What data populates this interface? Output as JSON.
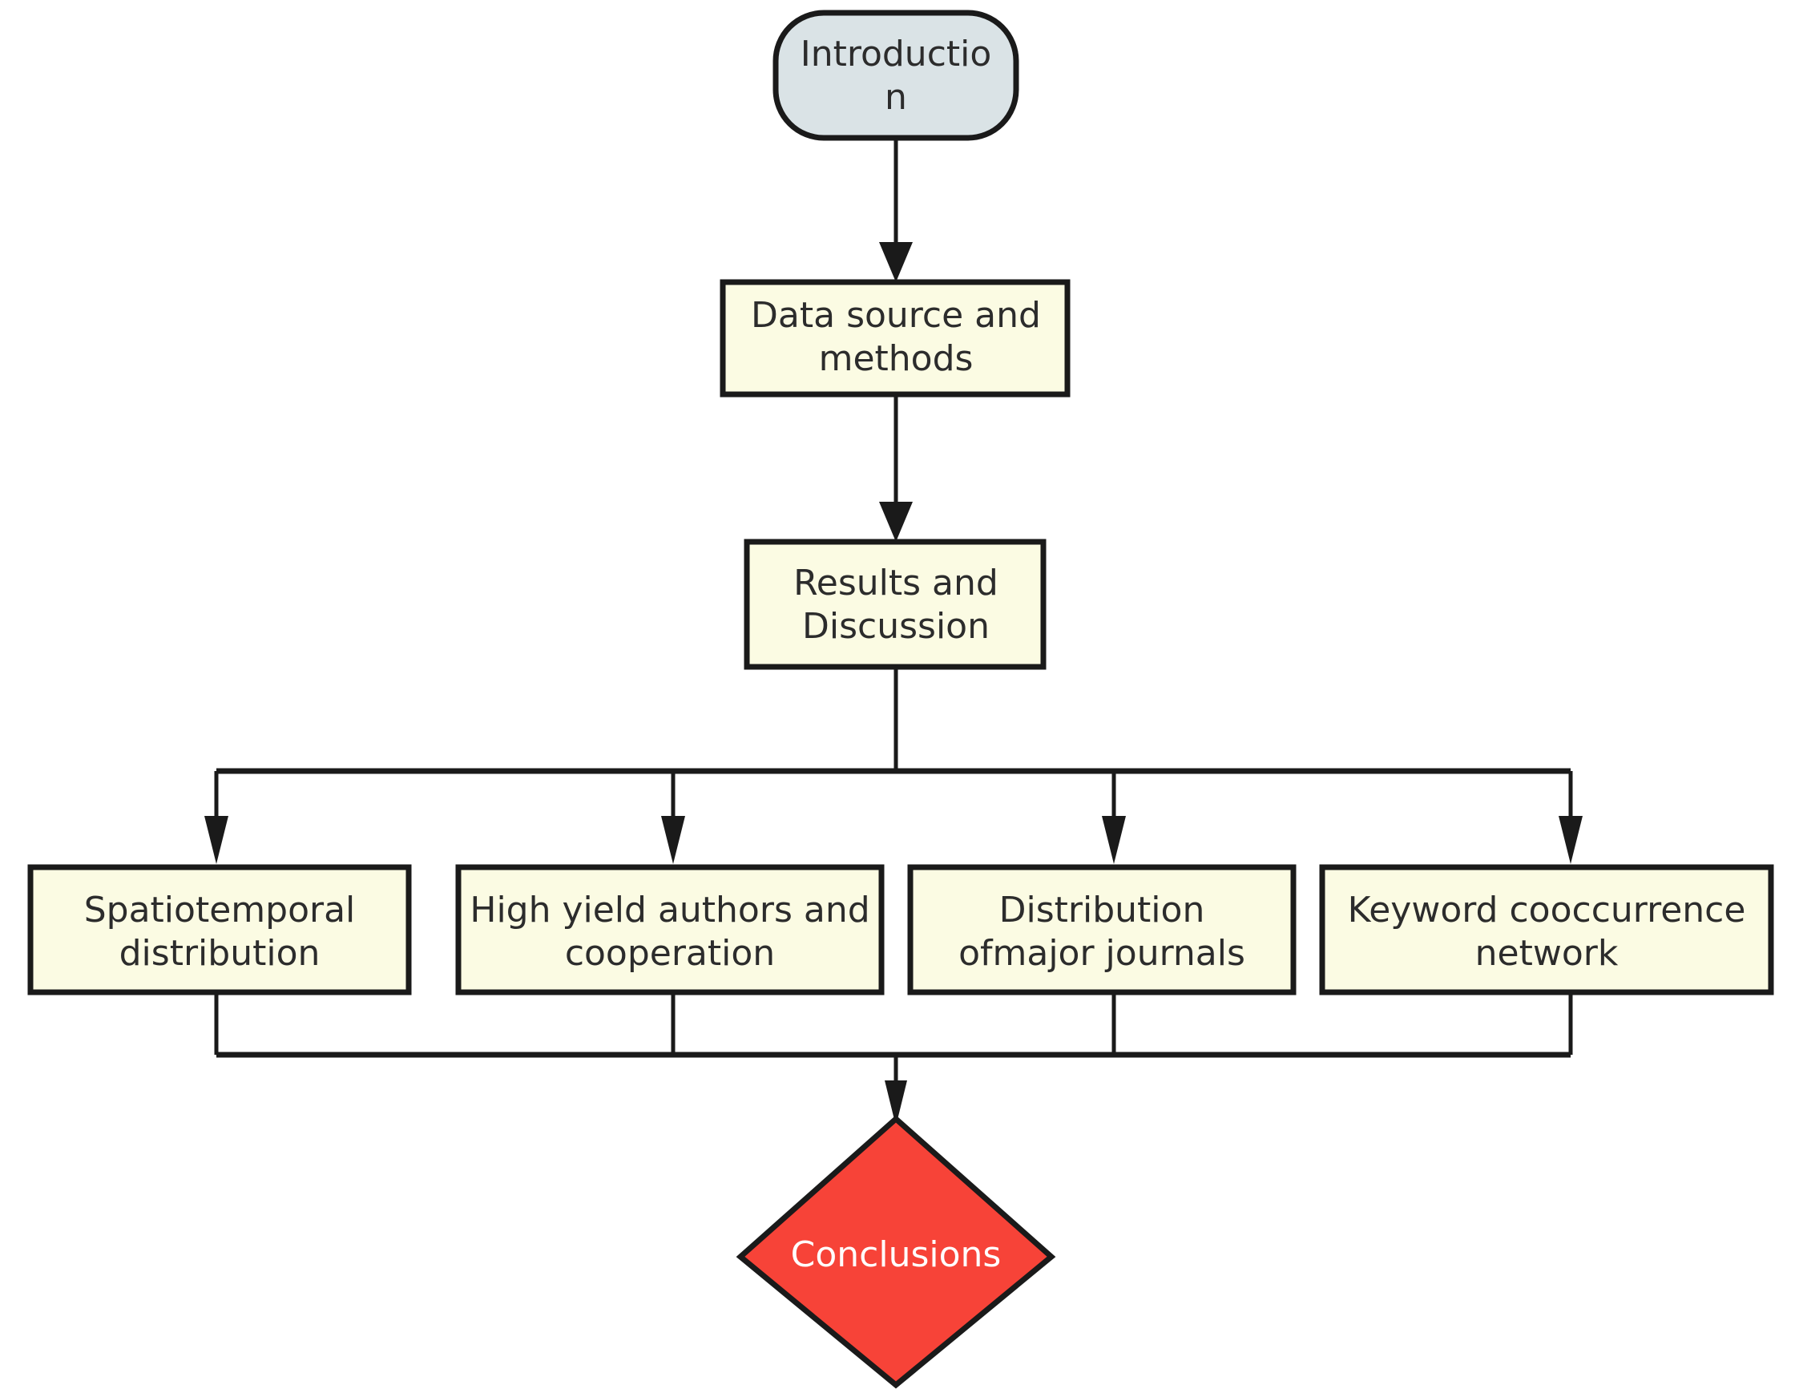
{
  "diagram": {
    "title": "Research workflow flowchart",
    "background_color": "#ffffff",
    "line_color": "#1a1a1a",
    "text_color": "#2c2c2c",
    "nodes": {
      "introduction": {
        "label_line1": "Introductio",
        "label_line2": "n",
        "shape": "rounded-rectangle",
        "fill": "#dae3e6"
      },
      "data_source": {
        "label_line1": "Data source and",
        "label_line2": "methods",
        "shape": "rectangle",
        "fill": "#fbfbe3"
      },
      "results": {
        "label_line1": "Results and",
        "label_line2": "Discussion",
        "shape": "rectangle",
        "fill": "#fbfbe3"
      },
      "spatiotemporal": {
        "label_line1": "Spatiotemporal",
        "label_line2": "distribution",
        "shape": "rectangle",
        "fill": "#fbfbe3"
      },
      "authors": {
        "label_line1": "High yield authors and",
        "label_line2": "cooperation",
        "shape": "rectangle",
        "fill": "#fbfbe3"
      },
      "journals": {
        "label_line1": "Distribution",
        "label_line2": "ofmajor journals",
        "shape": "rectangle",
        "fill": "#fbfbe3"
      },
      "keywords": {
        "label_line1": "Keyword cooccurrence",
        "label_line2": "network",
        "shape": "rectangle",
        "fill": "#fbfbe3"
      },
      "conclusions": {
        "label_line1": "Conclusions",
        "shape": "diamond",
        "fill": "#f74338"
      }
    }
  }
}
